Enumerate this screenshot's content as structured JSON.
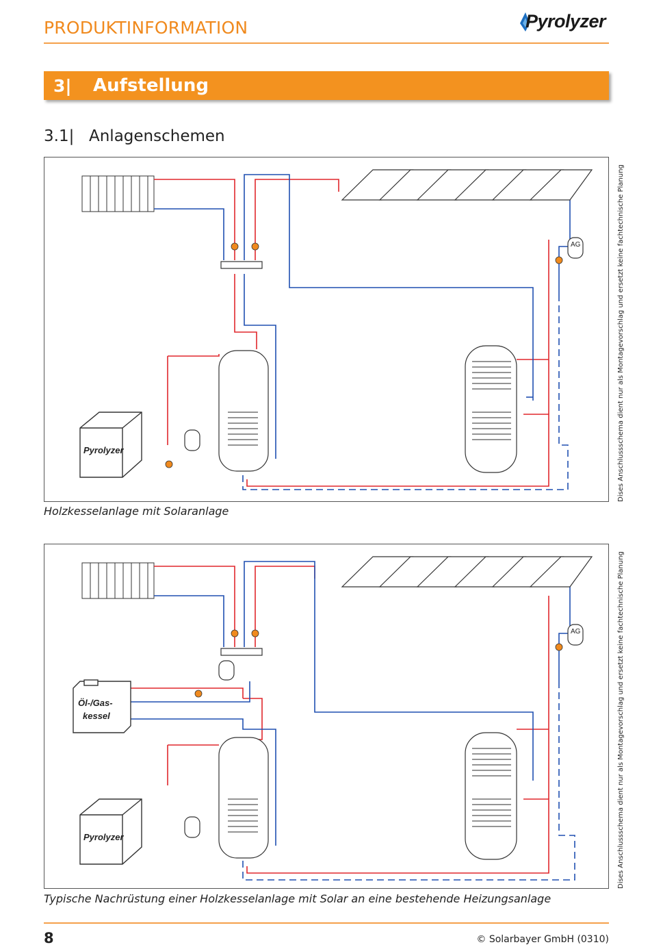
{
  "header": {
    "title": "PRODUKTINFORMATION",
    "logo_text": "Pyrolyzer"
  },
  "section": {
    "number": "3|",
    "title": "Aufstellung"
  },
  "subsection": {
    "number": "3.1|",
    "title": "Anlagenschemen"
  },
  "diagram1": {
    "boiler_label": "Pyrolyzer",
    "expansion_tank_label": "AG",
    "caption": "Holzkesselanlage mit Solaranlage",
    "side_note": "Dises Anschlussschema dient nur als Montagevorschlag und ersetzt keine fachtechnische Planung"
  },
  "diagram2": {
    "boiler_label": "Pyrolyzer",
    "oil_gas_label_line1": "Öl-/Gas-",
    "oil_gas_label_line2": "kessel",
    "expansion_tank_label": "AG",
    "caption": "Typische Nachrüstung einer Holzkesselanlage mit Solar an eine bestehende Heizungsanlage",
    "side_note": "Dises Anschlussschema dient nur als Montagevorschlag und ersetzt keine fachtechnische Planung"
  },
  "colors": {
    "accent": "#f3921f",
    "supply_line": "#e0262b",
    "return_line": "#1f4fb0",
    "pump": "#f08a1e"
  },
  "footer": {
    "page_number": "8",
    "copyright": "© Solarbayer GmbH (0310)"
  }
}
